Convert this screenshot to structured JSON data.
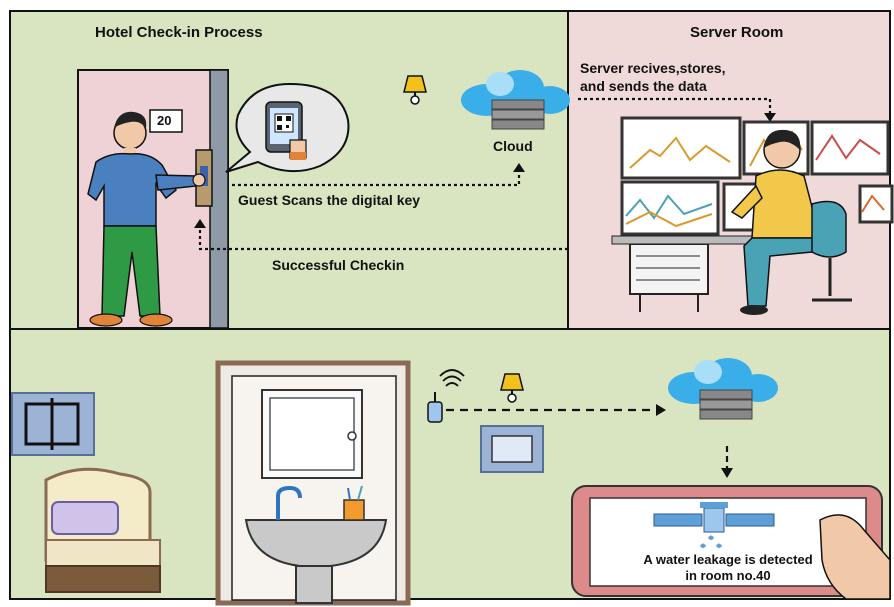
{
  "colors": {
    "wall": "#d9e5c0",
    "server_room": "#efd9d9",
    "door": "#efd2d6",
    "frame": "#8b6a55",
    "shirt": "#4a7fc0",
    "pants": "#2e9a45",
    "cloud": "#3aaee8",
    "server": "#888888",
    "lamp": "#f2c21b",
    "tablet": "#dc8a8a",
    "sink": "#c9c9c9",
    "bed": "#7c5a3c",
    "pillow": "#cfc3ea",
    "worker_shirt": "#f2c84a",
    "worker_pants": "#4aa3b5",
    "pipe": "#5f9fd8"
  },
  "top": {
    "title": "Hotel Check-in Process",
    "room_number": "20",
    "cloud_label": "Cloud",
    "scan_label": "Guest Scans the digital key",
    "success_label": "Successful Checkin"
  },
  "server_room": {
    "title": "Server Room",
    "note_line1": "Server recives,stores,",
    "note_line2": "and sends the data"
  },
  "bottom": {
    "alert_line1": "A water leakage is detected",
    "alert_line2": "in room no.40"
  },
  "icons": [
    "lamp-icon",
    "cloud-icon",
    "server-icon",
    "qr-code-icon",
    "wifi-icon",
    "water-sensor-icon",
    "leaking-pipe-icon"
  ]
}
